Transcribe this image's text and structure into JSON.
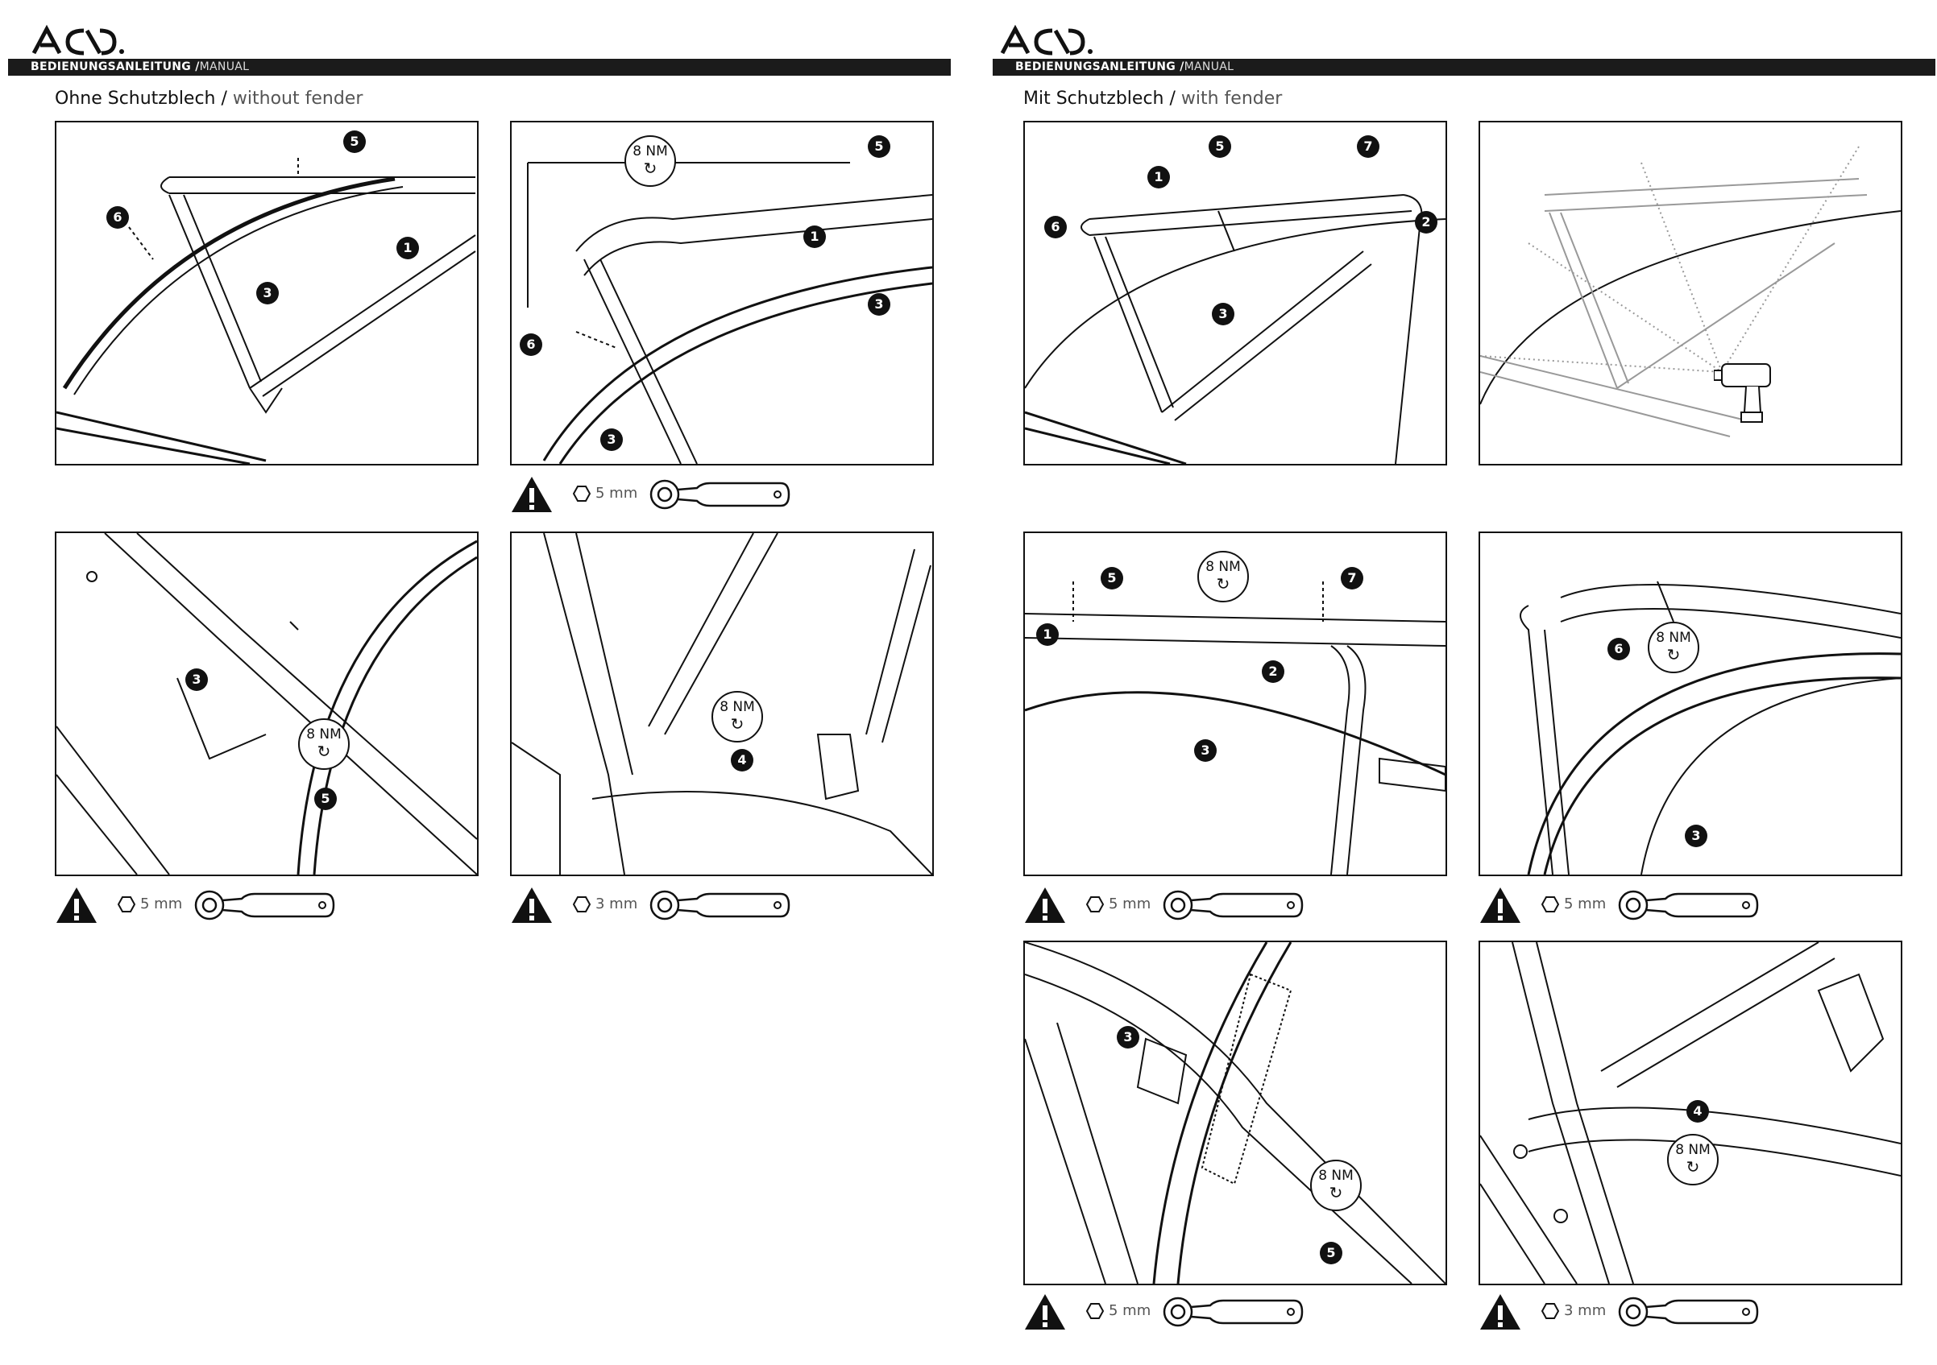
{
  "brand": {
    "logo_text": "ACID."
  },
  "pages": [
    {
      "header": {
        "label_strong": "BEDIENUNGSANLEITUNG /",
        "label_light": "MANUAL"
      },
      "section": {
        "title_de": "Ohne Schutzblech /",
        "title_en": "without fender"
      },
      "panels": [
        {
          "callouts": [
            "5",
            "6",
            "1",
            "3"
          ]
        },
        {
          "torque": "8 NM",
          "callouts": [
            "5",
            "1",
            "6",
            "3",
            "3"
          ],
          "tool": {
            "size": "5 mm"
          }
        },
        {
          "torque": "8 NM",
          "callouts": [
            "3",
            "5"
          ],
          "tool": {
            "size": "5 mm"
          }
        },
        {
          "torque": "8 NM",
          "callouts": [
            "4"
          ],
          "tool": {
            "size": "3 mm"
          }
        }
      ]
    },
    {
      "header": {
        "label_strong": "BEDIENUNGSANLEITUNG /",
        "label_light": "MANUAL"
      },
      "section": {
        "title_de": "Mit Schutzblech /",
        "title_en": "with fender"
      },
      "panels": [
        {
          "callouts": [
            "5",
            "7",
            "1",
            "6",
            "2",
            "3"
          ]
        },
        {
          "icons": [
            "drill-icon"
          ]
        },
        {
          "torque": "8 NM",
          "callouts": [
            "5",
            "7",
            "1",
            "2",
            "3"
          ],
          "tool": {
            "size": "5 mm"
          }
        },
        {
          "torque": "8 NM",
          "callouts": [
            "6",
            "3"
          ],
          "tool": {
            "size": "5 mm"
          }
        },
        {
          "torque": "8 NM",
          "callouts": [
            "3",
            "5"
          ],
          "tool": {
            "size": "5 mm"
          }
        },
        {
          "torque": "8 NM",
          "callouts": [
            "4"
          ],
          "tool": {
            "size": "3 mm"
          }
        }
      ]
    }
  ],
  "icons": {
    "warning": "warning-triangle-icon",
    "hex": "hex-key-icon",
    "wrench": "ratchet-wrench-icon",
    "torque": "torque-rotation-icon"
  }
}
